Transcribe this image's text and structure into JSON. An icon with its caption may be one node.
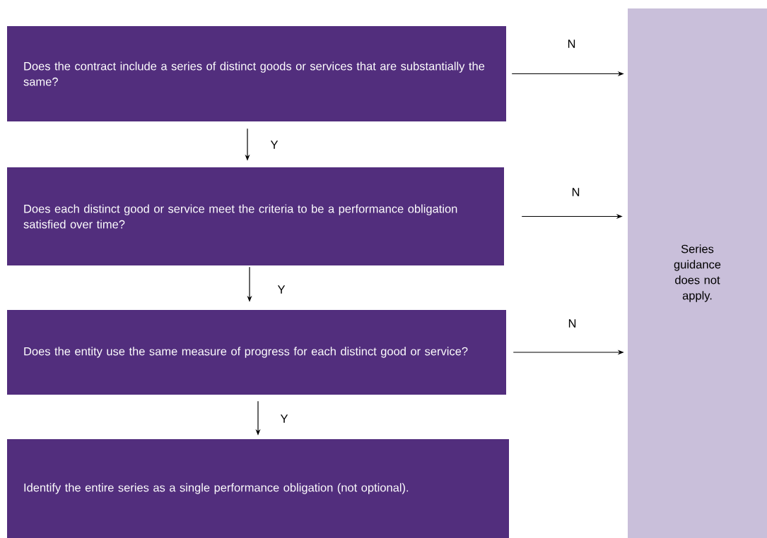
{
  "diagram": {
    "nodes": [
      {
        "text": [
          "Does the contract include a series of distinct goods or services that are substantially the same?"
        ]
      },
      {
        "text": [
          "Does each distinct good or service meet the criteria to be a performance obligation satisfied over time?"
        ]
      },
      {
        "text": [
          "Does the entity use the same measure of progress for each distinct good or service?"
        ]
      },
      {
        "text": [
          "Identify the entire series as a single performance obligation (not optional)."
        ]
      },
      {
        "text": [
          "Series guidance does not apply."
        ]
      }
    ],
    "edges": [
      {
        "from": 0,
        "to": 4,
        "arrow": "to",
        "label": "N"
      },
      {
        "from": 0,
        "to": 1,
        "arrow": "to",
        "label": "Y"
      },
      {
        "from": 1,
        "to": 4,
        "arrow": "to",
        "label": "N"
      },
      {
        "from": 1,
        "to": 2,
        "arrow": "to",
        "label": "Y"
      },
      {
        "from": 2,
        "to": 4,
        "arrow": "to",
        "label": "N"
      },
      {
        "from": 2,
        "to": 3,
        "arrow": "to",
        "label": "Y"
      }
    ]
  }
}
